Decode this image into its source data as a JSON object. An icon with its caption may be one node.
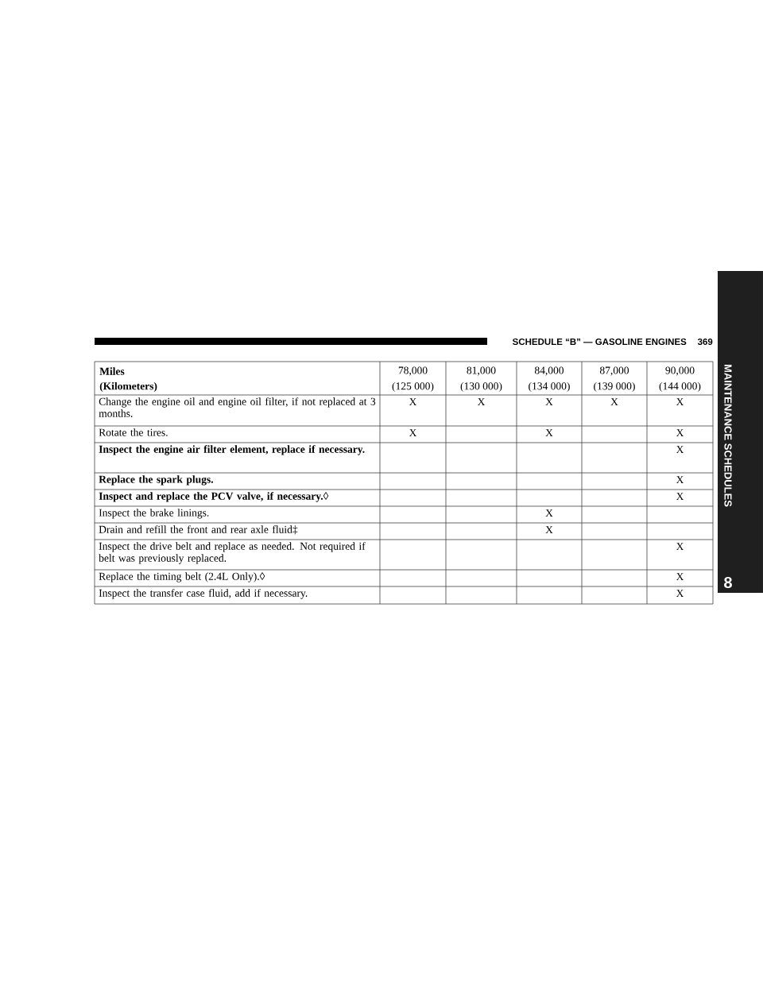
{
  "diagram": {
    "title": "SCHEDULE “B” — GASOLINE ENGINES",
    "labels": [
      "369",
      "MAINTENANCE SCHEDULES",
      "8",
      "Miles",
      "(Kilometers)",
      "78,000",
      "(125 000)",
      "81,000",
      "(130 000)",
      "84,000",
      "(134 000)",
      "87,000",
      "(139 000)",
      "90,000",
      "(144 000)",
      "Change the engine oil and engine oil filter, if not replaced at 3 months.",
      "X",
      "X",
      "X",
      "X",
      "X",
      "Rotate the tires.",
      "X",
      "X",
      "X",
      "Inspect the engine air filter element, replace if necessary.",
      "X",
      "Replace the spark plugs.",
      "X",
      "**Inspect and replace the PCV valve, if necessary.**◊",
      "X",
      "Inspect the brake linings.",
      "X",
      "Drain and refill the front and rear axle fluid‡",
      "X",
      "Inspect the drive belt and replace as needed. Not required if belt was previously replaced.",
      "X",
      "Replace the timing belt (2.4L Only).◊",
      "X",
      "Inspect the transfer case fluid, add if necessary.",
      "X"
    ]
  }
}
